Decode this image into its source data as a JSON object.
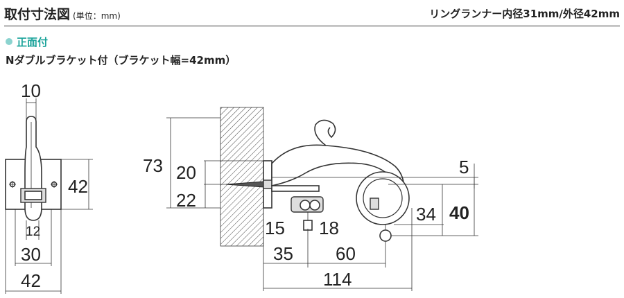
{
  "header": {
    "title": "取付寸法図",
    "unit": "(単位：mm)",
    "spec": "リングランナー内径31mm/外径42mm"
  },
  "section": {
    "label": "正面付",
    "subtitle": "Nダブルブラケット付（ブラケット幅=42mm）"
  },
  "front_view": {
    "top_width": "10",
    "height": "42",
    "inner_width": "12",
    "width_30": "30",
    "width_42": "42"
  },
  "side_view": {
    "total_height": "73",
    "upper": "20",
    "lower": "22",
    "gap_15": "15",
    "gap_18": "18",
    "offset_5": "5",
    "height_34": "34",
    "height_40": "40",
    "depth_35": "35",
    "depth_60": "60",
    "depth_114": "114"
  }
}
